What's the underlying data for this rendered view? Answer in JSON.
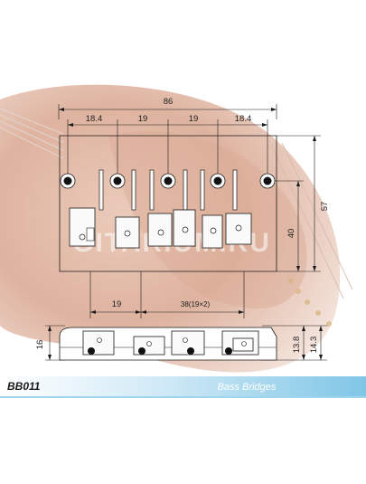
{
  "dimensions": {
    "overall_width": "86",
    "spacing_1": "18.4",
    "spacing_2": "19",
    "spacing_3": "19",
    "spacing_4": "18.4",
    "height_total": "57",
    "height_inner": "40",
    "bottom_offset": "19",
    "bottom_span": "38(19×2)",
    "side_height": "16",
    "side_height_1": "13.8",
    "side_height_2": "14.3"
  },
  "watermark": "GITARIUM.RU",
  "footer": {
    "model_code": "BB011",
    "category": "Bass Bridges"
  },
  "colors": {
    "banner": "#7fc6e6",
    "line": "#1a1a1a",
    "wood": "#b5593a"
  }
}
